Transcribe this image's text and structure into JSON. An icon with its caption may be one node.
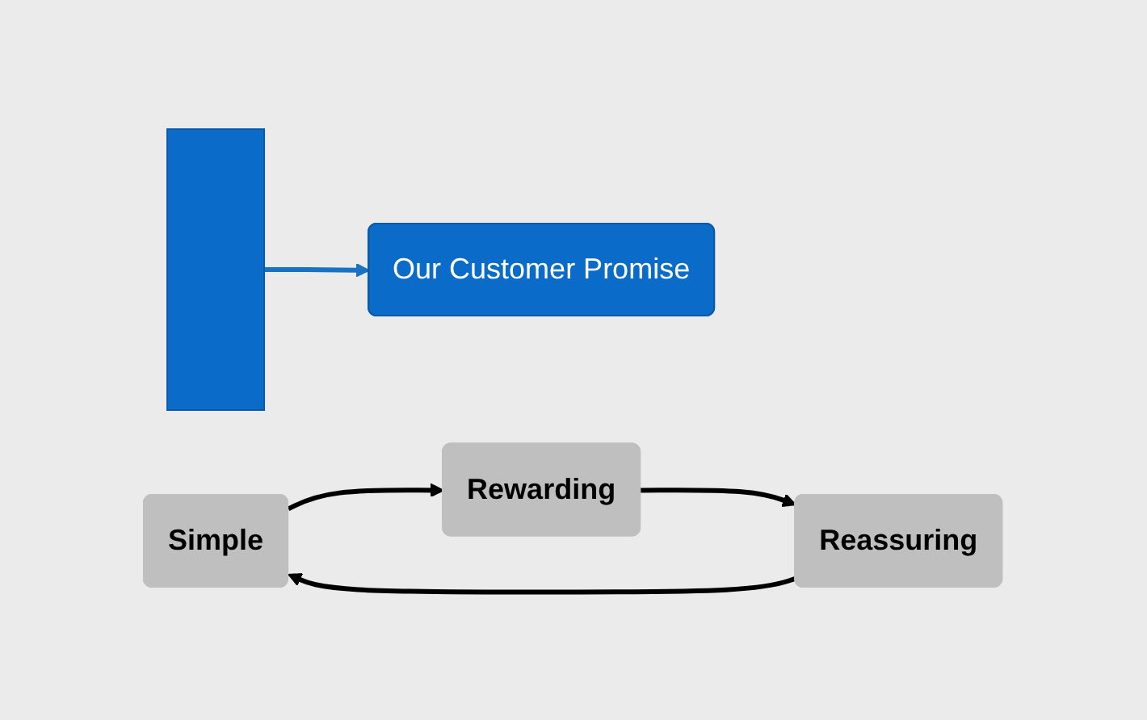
{
  "diagram": {
    "nodes": [
      {
        "text": [],
        "shape": "bar"
      },
      {
        "text": [
          "Simple"
        ]
      },
      {
        "text": [
          "Our Customer Promise"
        ]
      },
      {
        "text": [
          "Reassuring"
        ]
      },
      {
        "text": [
          "Rewarding"
        ]
      }
    ],
    "edges": [
      {
        "from": 0,
        "to": 2,
        "arrow": "to",
        "color": "#1a73c2"
      },
      {
        "from": 3,
        "to": 1,
        "arrow": "to"
      },
      {
        "from": 1,
        "to": 4,
        "arrow": "to"
      },
      {
        "from": 4,
        "to": 3,
        "arrow": "to"
      }
    ]
  }
}
